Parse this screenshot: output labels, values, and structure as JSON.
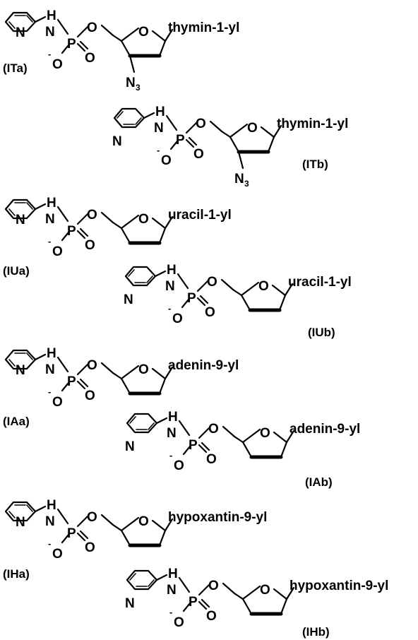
{
  "atoms": {
    "hydrogen": "H",
    "nitrogen": "N",
    "phosphorus": "P",
    "oxygen": "O",
    "minus": "-",
    "azide_n": "N",
    "azide_count": "3"
  },
  "compounds": [
    {
      "label": "(ITa)",
      "base": "thymin-1-yl",
      "pyridine": "2-yl",
      "azido": true
    },
    {
      "label": "(ITb)",
      "base": "thymin-1-yl",
      "pyridine": "3-yl",
      "azido": true
    },
    {
      "label": "(IUa)",
      "base": "uracil-1-yl",
      "pyridine": "2-yl",
      "azido": false
    },
    {
      "label": "(IUb)",
      "base": "uracil-1-yl",
      "pyridine": "3-yl",
      "azido": false
    },
    {
      "label": "(IAa)",
      "base": "adenin-9-yl",
      "pyridine": "2-yl",
      "azido": false
    },
    {
      "label": "(IAb)",
      "base": "adenin-9-yl",
      "pyridine": "3-yl",
      "azido": false
    },
    {
      "label": "(IHa)",
      "base": "hypoxantin-9-yl",
      "pyridine": "2-yl",
      "azido": false
    },
    {
      "label": "(IHb)",
      "base": "hypoxantin-9-yl",
      "pyridine": "3-yl",
      "azido": false
    }
  ]
}
